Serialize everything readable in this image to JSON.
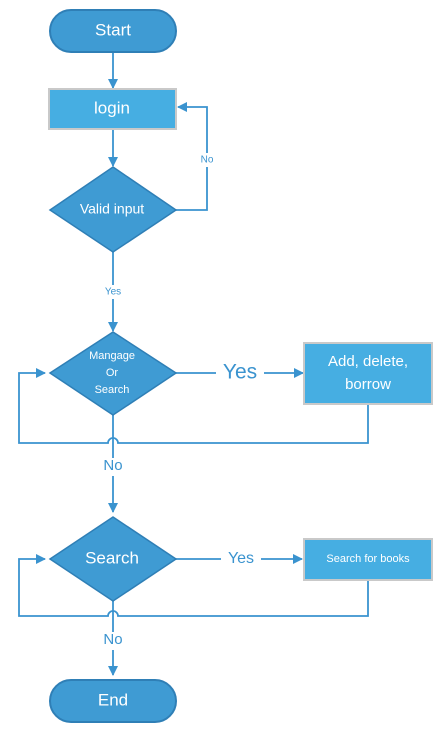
{
  "colors": {
    "node_fill": "#3f9bd3",
    "node_stroke": "#2f7fb6",
    "box_fill": "#46aee2",
    "line": "#3a93cf",
    "text_on_node": "#ffffff",
    "edge_label": "#3a93cf"
  },
  "nodes": {
    "start": "Start",
    "login": "login",
    "valid_input": "Valid input",
    "manage_line1": "Mangage",
    "manage_line2": "Or",
    "manage_line3": "Search",
    "add_delete_line1": "Add, delete,",
    "add_delete_line2": "borrow",
    "search": "Search",
    "search_books": "Search for books",
    "end": "End"
  },
  "edges": {
    "valid_no": "No",
    "valid_yes": "Yes",
    "manage_yes": "Yes",
    "manage_no": "No",
    "search_yes": "Yes",
    "search_no": "No"
  }
}
